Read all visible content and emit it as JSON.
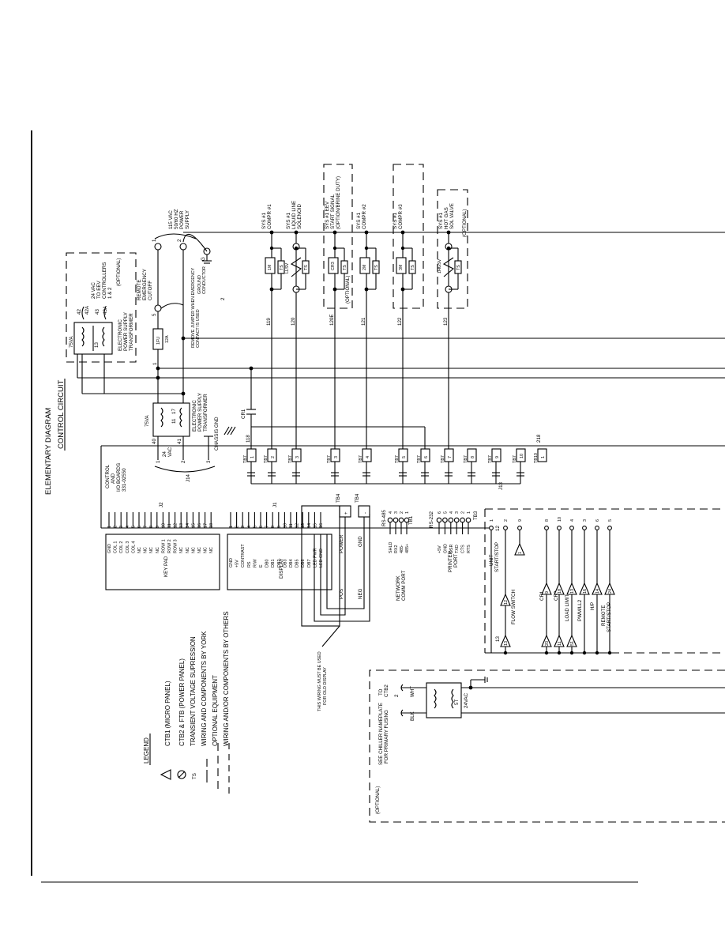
{
  "title": {
    "line1": "ELEMENTARY DIAGRAM",
    "line2": "CONTROL CIRCUIT"
  },
  "legend": {
    "heading": "LEGEND",
    "items": [
      {
        "symbol": "triangle",
        "text": "CTB1 (MICRO PANEL)"
      },
      {
        "symbol": "circle-slash",
        "text": "CTB2 & FTB (POWER PANEL)"
      },
      {
        "symbol": "TS",
        "text": "TRANSIENT VOLTAGE SUPRESSION"
      },
      {
        "symbol": "solid",
        "text": "WIRING AND COMPONENTS BY YORK"
      },
      {
        "symbol": "dash-long",
        "text": "OPTIONAL EQUIPMENT"
      },
      {
        "symbol": "dash-short",
        "text": "WIRING AND/OR COMPONENTS BY OTHERS"
      }
    ]
  },
  "power": {
    "supply": [
      "115 VAC",
      "50/60 HZ",
      "POWER",
      "SUPPLY"
    ],
    "emergency": [
      "REMOTE",
      "EMERGENCY",
      "CUTOFF"
    ],
    "jumper": [
      "REMOVE JUMPER WHEN EMERGENCY",
      "CONTACT IS USED"
    ],
    "ground": [
      "GROUND",
      "CONDUCTOR"
    ],
    "fuse": "1FU",
    "fuse_rating": "12A",
    "wire_1": "1",
    "wire_2": "2",
    "term_5": "5",
    "term_1": "1",
    "term_2": "2",
    "term_g": "G"
  },
  "eev_transformer": {
    "va": "75VA",
    "label": [
      "ELECTRONIC",
      "POWER SUPPLY",
      "TRANSFORMER"
    ],
    "output": [
      "24 VAC",
      "TO EEV",
      "CONTROLLERS",
      "1 & 2"
    ],
    "optional": "(OPTIONAL)",
    "terms": [
      "42",
      "42A",
      "43",
      "43A",
      "13"
    ]
  },
  "main_transformer": {
    "va": "75VA",
    "label": [
      "ELECTRONIC",
      "POWER SUPPLY",
      "TRANSFORMER"
    ],
    "terms": [
      "40",
      "41",
      "11",
      "17"
    ],
    "output": [
      "24",
      "VAC"
    ],
    "chassis": "CHASSIS GND",
    "j_pins": [
      "1",
      "2",
      "3"
    ],
    "j_label": "J14"
  },
  "relay_cr1": "CR1",
  "wire_118": "118",
  "wire_218": "218",
  "loads": [
    {
      "label": [
        "SYS #1",
        "COMPR #1"
      ],
      "coil": "1M",
      "wire": "119",
      "tb": "TB7",
      "term": "2"
    },
    {
      "label": [
        "SYS #1",
        "LIQUID LINE",
        "SOLENOID"
      ],
      "coil": "LLSV",
      "wire": "120",
      "tb": "TB7",
      "term": "3"
    },
    {
      "label": [
        "SYS #1 EEV",
        "START SIGNAL",
        "(OPTION/BRINE DUTY)"
      ],
      "coil": "CR3",
      "wire": "120E",
      "tb": "TB7",
      "term": "3",
      "optional": "(OPTIONAL)"
    },
    {
      "label": [
        "SYS #1",
        "COMPR #2"
      ],
      "coil": "2M",
      "wire": "121",
      "tb": "TB7",
      "term": "4"
    },
    {
      "label": [
        "SYS #1",
        "COMPR #3"
      ],
      "coil": "3M",
      "wire": "122",
      "tb": "TB7",
      "term": "5"
    },
    {
      "label": [
        "SYS #1",
        "HOT GAS",
        "SOL VALVE"
      ],
      "coil": "1HGSV",
      "wire": "123",
      "tb": "TB7",
      "term": "7",
      "optional": "(OPTIONAL)"
    }
  ],
  "ts_label": "TS",
  "tb_left": {
    "tb": "TB7",
    "term": "1"
  },
  "tb_extra": [
    {
      "tb": "TB7",
      "term": "6"
    },
    {
      "tb": "TB7",
      "term": "8"
    },
    {
      "tb": "TB7",
      "term": "9"
    },
    {
      "tb": "TB7",
      "term": "10"
    },
    {
      "tb": "TB10",
      "term": "1"
    }
  ],
  "board": {
    "label": [
      "CONTROL",
      "AND",
      "I/O BOARDS",
      "331-02550"
    ]
  },
  "keypad": {
    "connector": "J2",
    "name": "KEY PAD",
    "pins": [
      {
        "n": "1",
        "s": "GND"
      },
      {
        "n": "2",
        "s": "COL 1"
      },
      {
        "n": "3",
        "s": "COL 2"
      },
      {
        "n": "4",
        "s": "COL 3"
      },
      {
        "n": "5",
        "s": "COL 4"
      },
      {
        "n": "6",
        "s": "NC"
      },
      {
        "n": "7",
        "s": "NC"
      },
      {
        "n": "8",
        "s": "NC"
      },
      {
        "n": "9",
        "s": "NC"
      },
      {
        "n": "10",
        "s": "ROW 1"
      },
      {
        "n": "11",
        "s": "ROW 2"
      },
      {
        "n": "12",
        "s": "ROW 3"
      },
      {
        "n": "13",
        "s": "NC"
      },
      {
        "n": "14",
        "s": "NC"
      },
      {
        "n": "15",
        "s": "NC"
      },
      {
        "n": "16",
        "s": "NC"
      },
      {
        "n": "17",
        "s": "NC"
      },
      {
        "n": "18",
        "s": "NC"
      }
    ]
  },
  "display": {
    "connector": "J1",
    "name": "DISPLAY",
    "pins": [
      {
        "n": "1",
        "s": "GND"
      },
      {
        "n": "2",
        "s": "+5V"
      },
      {
        "n": "3",
        "s": "CONTRAST"
      },
      {
        "n": "4",
        "s": "RS"
      },
      {
        "n": "5",
        "s": "R/W"
      },
      {
        "n": "6",
        "s": "E"
      },
      {
        "n": "7",
        "s": "DB0"
      },
      {
        "n": "8",
        "s": "DB1"
      },
      {
        "n": "9",
        "s": "DB2"
      },
      {
        "n": "10",
        "s": "DB3"
      },
      {
        "n": "11",
        "s": "DB4"
      },
      {
        "n": "12",
        "s": "DB5"
      },
      {
        "n": "13",
        "s": "DB6"
      },
      {
        "n": "14",
        "s": "DB7"
      },
      {
        "n": "15",
        "s": "LED PWR"
      },
      {
        "n": "16",
        "s": "LED GND"
      }
    ],
    "tb4_plus": {
      "tb": "TB4",
      "sign": "+"
    },
    "tb4_minus": {
      "tb": "TB4",
      "sign": "-"
    },
    "power": "POWER",
    "gnd": "GND",
    "pos": "POS",
    "neg": "NEG",
    "note": [
      "THIS WIRING MUST BE USED",
      "FOR OLD DISPLAY"
    ]
  },
  "network": {
    "header": "RS-485",
    "pins": [
      {
        "n": "4",
        "s": "SHLD"
      },
      {
        "n": "3",
        "s": "RX2"
      },
      {
        "n": "2",
        "s": "485-"
      },
      {
        "n": "1",
        "s": "485+"
      }
    ],
    "tb": "TB1",
    "label": [
      "NETWORK",
      "COMM PORT"
    ]
  },
  "printer": {
    "header": "RS-232",
    "pins": [
      {
        "n": "6",
        "s": "+5V"
      },
      {
        "n": "5",
        "s": "GND"
      },
      {
        "n": "4",
        "s": "DSR"
      },
      {
        "n": "3",
        "s": "TXD"
      },
      {
        "n": "2",
        "s": "CTS"
      },
      {
        "n": "1",
        "s": "RTS"
      }
    ],
    "tb": "TB3",
    "label": [
      "PRINTER",
      "PORT"
    ]
  },
  "j13": {
    "connector": "J13",
    "pins": [
      "1",
      "2",
      "9",
      "8",
      "10",
      "4",
      "3",
      "6",
      "5"
    ],
    "wire_12": "12",
    "wire_13": "13",
    "start_stop": [
      "UNIT",
      "START/STOP"
    ],
    "flow": "FLOW SWITCH",
    "cr1": "CR1",
    "cr2": "CR2",
    "load_limit": "LOAD LIMIT",
    "pwm": "PWM/LL2",
    "hp": "H/P",
    "remote": [
      "REMOTE",
      "START/STOP"
    ],
    "triangles": [
      "13",
      "1",
      "12",
      "9",
      "18",
      "13",
      "16",
      "14",
      "24",
      "20",
      "11",
      "51"
    ]
  },
  "ctb2": {
    "optional": "(OPTIONAL)",
    "nameplate": [
      "SEE CHILLER NAMEPLATE",
      "FOR PRIMARY FUSING"
    ],
    "to": [
      "TO",
      "CTB2"
    ],
    "wire_2": "2",
    "wht": "WHT",
    "blk": "BLK",
    "xfmr": "5T",
    "vac": "24VAC"
  }
}
